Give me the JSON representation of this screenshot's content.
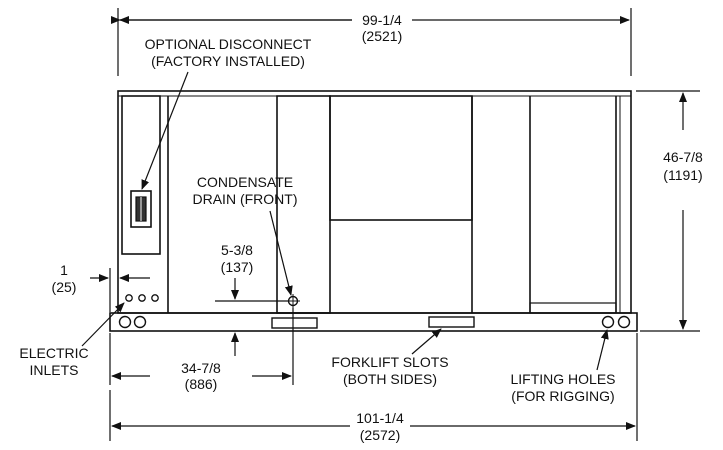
{
  "dimensions": {
    "overall_top": {
      "imperial": "99-1/4",
      "metric": "(2521)"
    },
    "height": {
      "imperial": "46-7/8",
      "metric": "(1191)"
    },
    "left_offset": {
      "imperial": "1",
      "metric": "(25)"
    },
    "drain_height": {
      "imperial": "5-3/8",
      "metric": "(137)"
    },
    "drain_location": {
      "imperial": "34-7/8",
      "metric": "(886)"
    },
    "overall_base": {
      "imperial": "101-1/4",
      "metric": "(2572)"
    }
  },
  "callouts": {
    "disconnect": {
      "line1": "OPTIONAL DISCONNECT",
      "line2": "(FACTORY INSTALLED)"
    },
    "condensate": {
      "line1": "CONDENSATE",
      "line2": "DRAIN (FRONT)"
    },
    "electric": {
      "line1": "ELECTRIC",
      "line2": "INLETS"
    },
    "forklift": {
      "line1": "FORKLIFT SLOTS",
      "line2": "(BOTH SIDES)"
    },
    "lifting": {
      "line1": "LIFTING HOLES",
      "line2": "(FOR RIGGING)"
    }
  }
}
